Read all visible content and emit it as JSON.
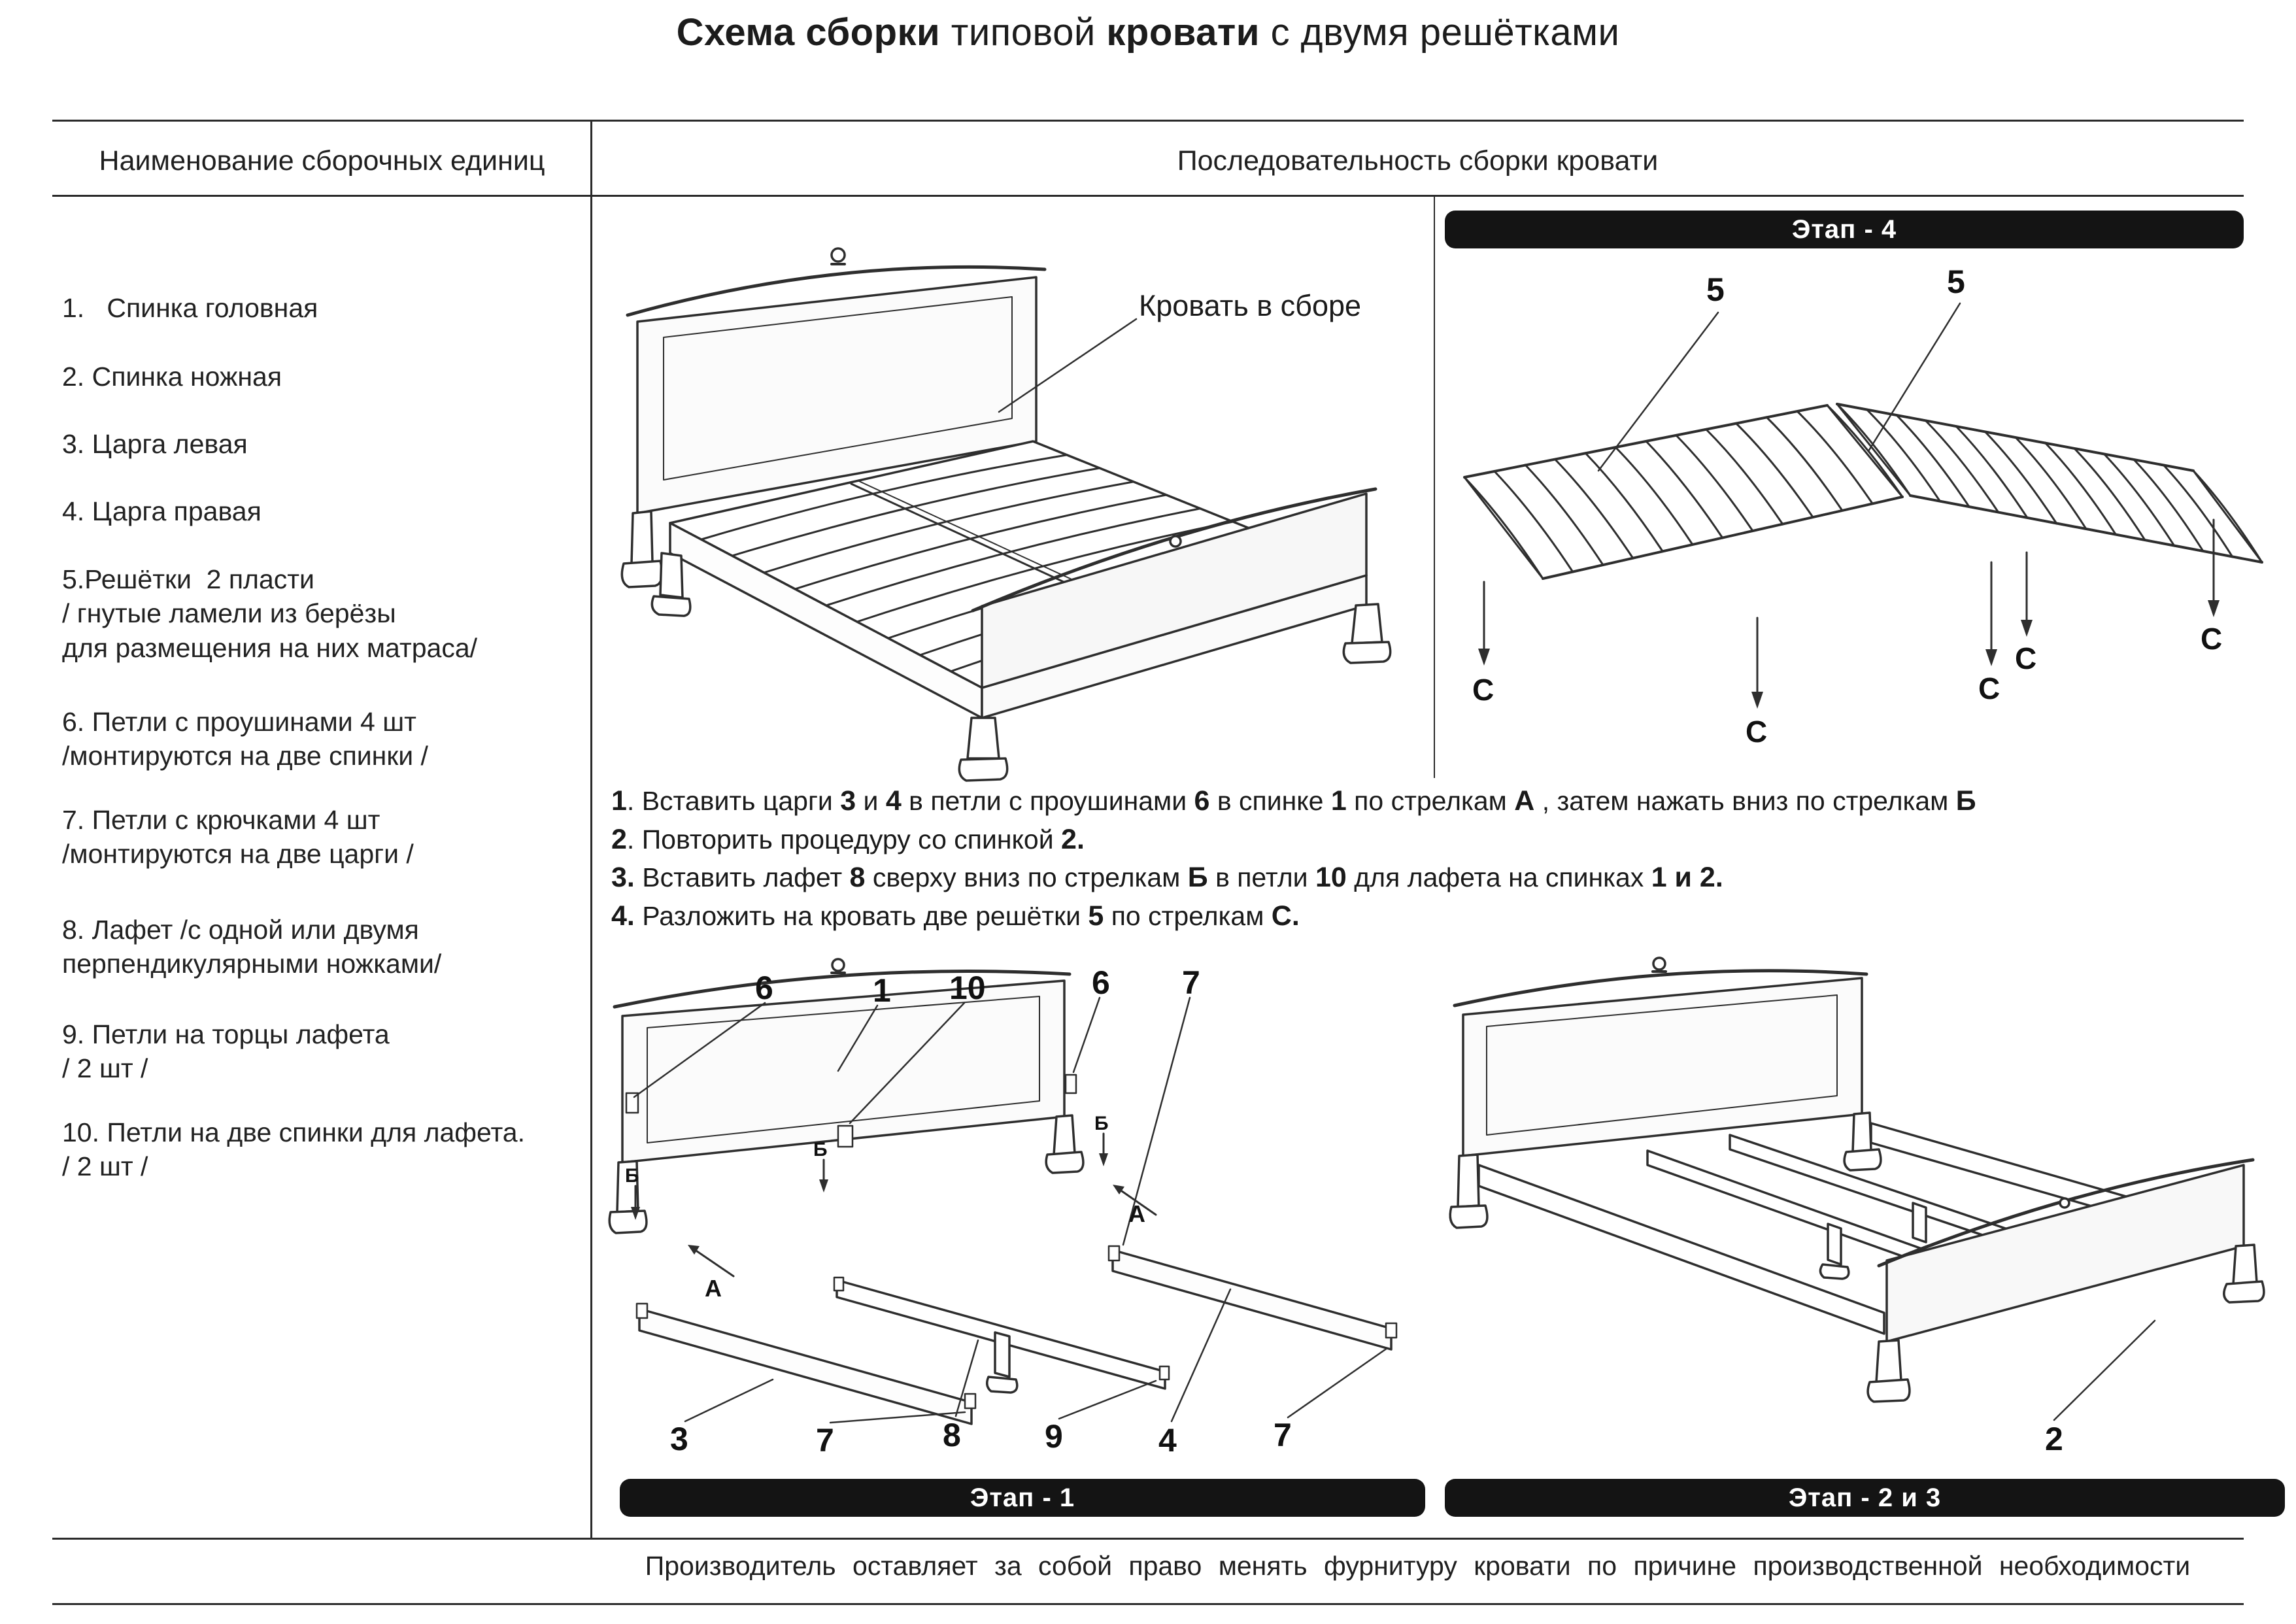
{
  "colors": {
    "ink": "#1d1d1d",
    "line": "#2b2b2b",
    "banner_bg": "#141414",
    "banner_text": "#ffffff"
  },
  "page": {
    "title_segments": [
      {
        "text": "Схема сборки",
        "bold": true
      },
      {
        "text": " типовой ",
        "bold": false
      },
      {
        "text": "кровати",
        "bold": true
      },
      {
        "text": " с двумя решётками",
        "bold": false
      }
    ],
    "footer": "Производитель оставляет за собой право менять фурнитуру кровати по причине производственной необходимости"
  },
  "table": {
    "left_header": "Наименование  сборочных единиц",
    "right_header": "Последовательность сборки кровати"
  },
  "parts_list": [
    {
      "text": "1.   Спинка головная"
    },
    {
      "text": "2. Спинка ножная"
    },
    {
      "text": "3. Царга левая"
    },
    {
      "text": "4. Царга правая"
    },
    {
      "text": "5.Решётки  2 пласти\n/ гнутые ламели из берёзы\nдля размещения на них матраса/"
    },
    {
      "text": "6. Петли с проушинами 4 шт\n/монтируются на две спинки /"
    },
    {
      "text": "7. Петли с крючками 4 шт\n/монтируются на две царги /"
    },
    {
      "text": "8. Лафет /с одной или двумя\nперпендикулярными ножками/"
    },
    {
      "text": "9. Петли на торцы лафета\n/ 2 шт /"
    },
    {
      "text": "10. Петли на две спинки для лафета.\n/ 2 шт /"
    }
  ],
  "assembled": {
    "caption": "Кровать в сборе"
  },
  "stage4": {
    "banner": "Этап -  4",
    "labels": [
      "5",
      "5",
      "С",
      "С",
      "С",
      "С",
      "С"
    ]
  },
  "instructions": [
    {
      "segments": [
        {
          "text": "1",
          "bold": true
        },
        {
          "text": ". Вставить царги ",
          "bold": false
        },
        {
          "text": "3",
          "bold": true
        },
        {
          "text": " и ",
          "bold": false
        },
        {
          "text": "4",
          "bold": true
        },
        {
          "text": " в петли с проушинами ",
          "bold": false
        },
        {
          "text": "6",
          "bold": true
        },
        {
          "text": " в спинке ",
          "bold": false
        },
        {
          "text": "1",
          "bold": true
        },
        {
          "text": " по стрелкам ",
          "bold": false
        },
        {
          "text": "А",
          "bold": true
        },
        {
          "text": " , затем нажать вниз по стрелкам ",
          "bold": false
        },
        {
          "text": "Б",
          "bold": true
        }
      ]
    },
    {
      "segments": [
        {
          "text": "2",
          "bold": true
        },
        {
          "text": ". Повторить процедуру со спинкой ",
          "bold": false
        },
        {
          "text": "2.",
          "bold": true
        }
      ]
    },
    {
      "segments": [
        {
          "text": "3.",
          "bold": true
        },
        {
          "text": " Вставить лафет ",
          "bold": false
        },
        {
          "text": "8",
          "bold": true
        },
        {
          "text": " сверху вниз по стрелкам ",
          "bold": false
        },
        {
          "text": "Б",
          "bold": true
        },
        {
          "text": " в петли ",
          "bold": false
        },
        {
          "text": "10",
          "bold": true
        },
        {
          "text": " для лафета на спинках ",
          "bold": false
        },
        {
          "text": "1 и 2.",
          "bold": true
        }
      ]
    },
    {
      "segments": [
        {
          "text": "4.",
          "bold": true
        },
        {
          "text": " Разложить на кровать две решётки ",
          "bold": false
        },
        {
          "text": "5",
          "bold": true
        },
        {
          "text": "  по стрелкам ",
          "bold": false
        },
        {
          "text": "С.",
          "bold": true
        }
      ]
    }
  ],
  "stage1": {
    "banner": "Этап - 1",
    "top_labels": [
      "6",
      "1",
      "10",
      "6",
      "7"
    ],
    "b_labels": [
      "Б",
      "Б",
      "Б"
    ],
    "a_labels": [
      "А",
      "А"
    ],
    "bottom_labels": [
      "3",
      "7",
      "8",
      "9",
      "4",
      "7"
    ]
  },
  "stage23": {
    "banner": "Этап - 2 и 3",
    "part_label": "2"
  }
}
